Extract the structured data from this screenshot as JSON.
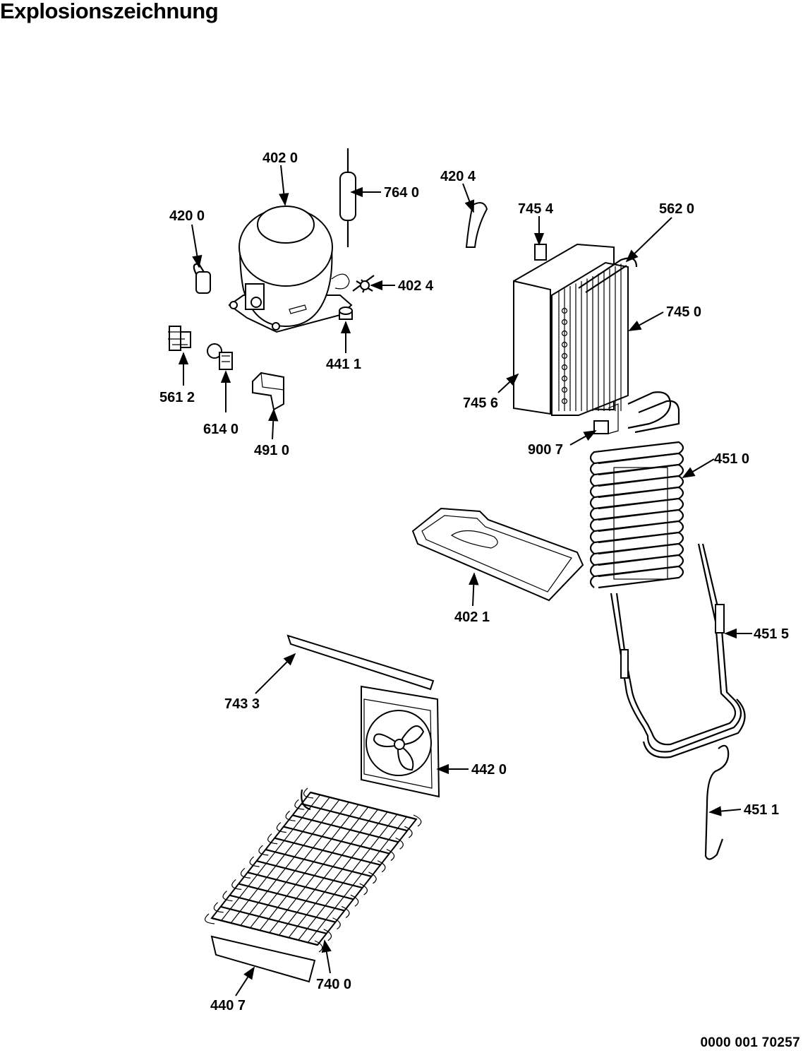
{
  "title": "Explosionszeichnung",
  "doc_number": "0000 001 70257",
  "labels": {
    "compressor": "402 0",
    "filter_drier": "764 0",
    "tube_4204": "420 4",
    "part_7454": "745 4",
    "part_5620": "562 0",
    "capacitor": "420 0",
    "part_4024": "402 4",
    "evaporator": "745 0",
    "part_4411": "441 1",
    "relay": "561 2",
    "overload": "614 0",
    "terminal_cover": "491 0",
    "part_7456": "745 6",
    "part_9007": "900 7",
    "condenser": "451 0",
    "drip_tray": "402 1",
    "tube_4515": "451 5",
    "seal_strip": "743 3",
    "fan": "442 0",
    "tube_4511": "451 1",
    "condenser_lower": "740 0",
    "cover_plate": "440 7"
  }
}
